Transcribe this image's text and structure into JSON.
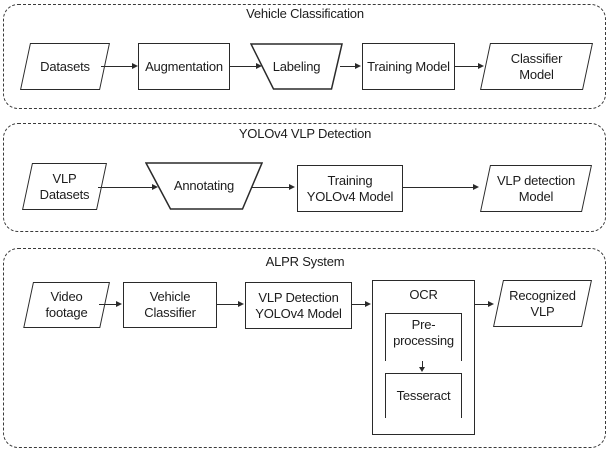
{
  "diagram": {
    "colors": {
      "line": "#2a2a2a",
      "background": "#ffffff",
      "panel_border": "#3a3a3a"
    },
    "sections": [
      {
        "title": "Vehicle Classification",
        "nodes": [
          {
            "label": "Datasets",
            "shape": "parallelogram"
          },
          {
            "label": "Augmentation",
            "shape": "process"
          },
          {
            "label": "Labeling",
            "shape": "manual-operation"
          },
          {
            "label": "Training Model",
            "shape": "process"
          },
          {
            "label": "Classifier\nModel",
            "shape": "parallelogram"
          }
        ]
      },
      {
        "title": "YOLOv4 VLP Detection",
        "nodes": [
          {
            "label": "VLP\nDatasets",
            "shape": "parallelogram"
          },
          {
            "label": "Annotating",
            "shape": "manual-operation"
          },
          {
            "label": "Training\nYOLOv4 Model",
            "shape": "process"
          },
          {
            "label": "VLP detection\nModel",
            "shape": "parallelogram"
          }
        ]
      },
      {
        "title": "ALPR System",
        "nodes": [
          {
            "label": "Video\nfootage",
            "shape": "parallelogram"
          },
          {
            "label": "Vehicle\nClassifier",
            "shape": "process"
          },
          {
            "label": "VLP Detection\nYOLOv4 Model",
            "shape": "process"
          },
          {
            "label": "OCR",
            "shape": "container"
          },
          {
            "label": "Pre-\nprocessing",
            "shape": "sub-process"
          },
          {
            "label": "Tesseract",
            "shape": "sub-process"
          },
          {
            "label": "Recognized\nVLP",
            "shape": "parallelogram"
          }
        ]
      }
    ]
  }
}
